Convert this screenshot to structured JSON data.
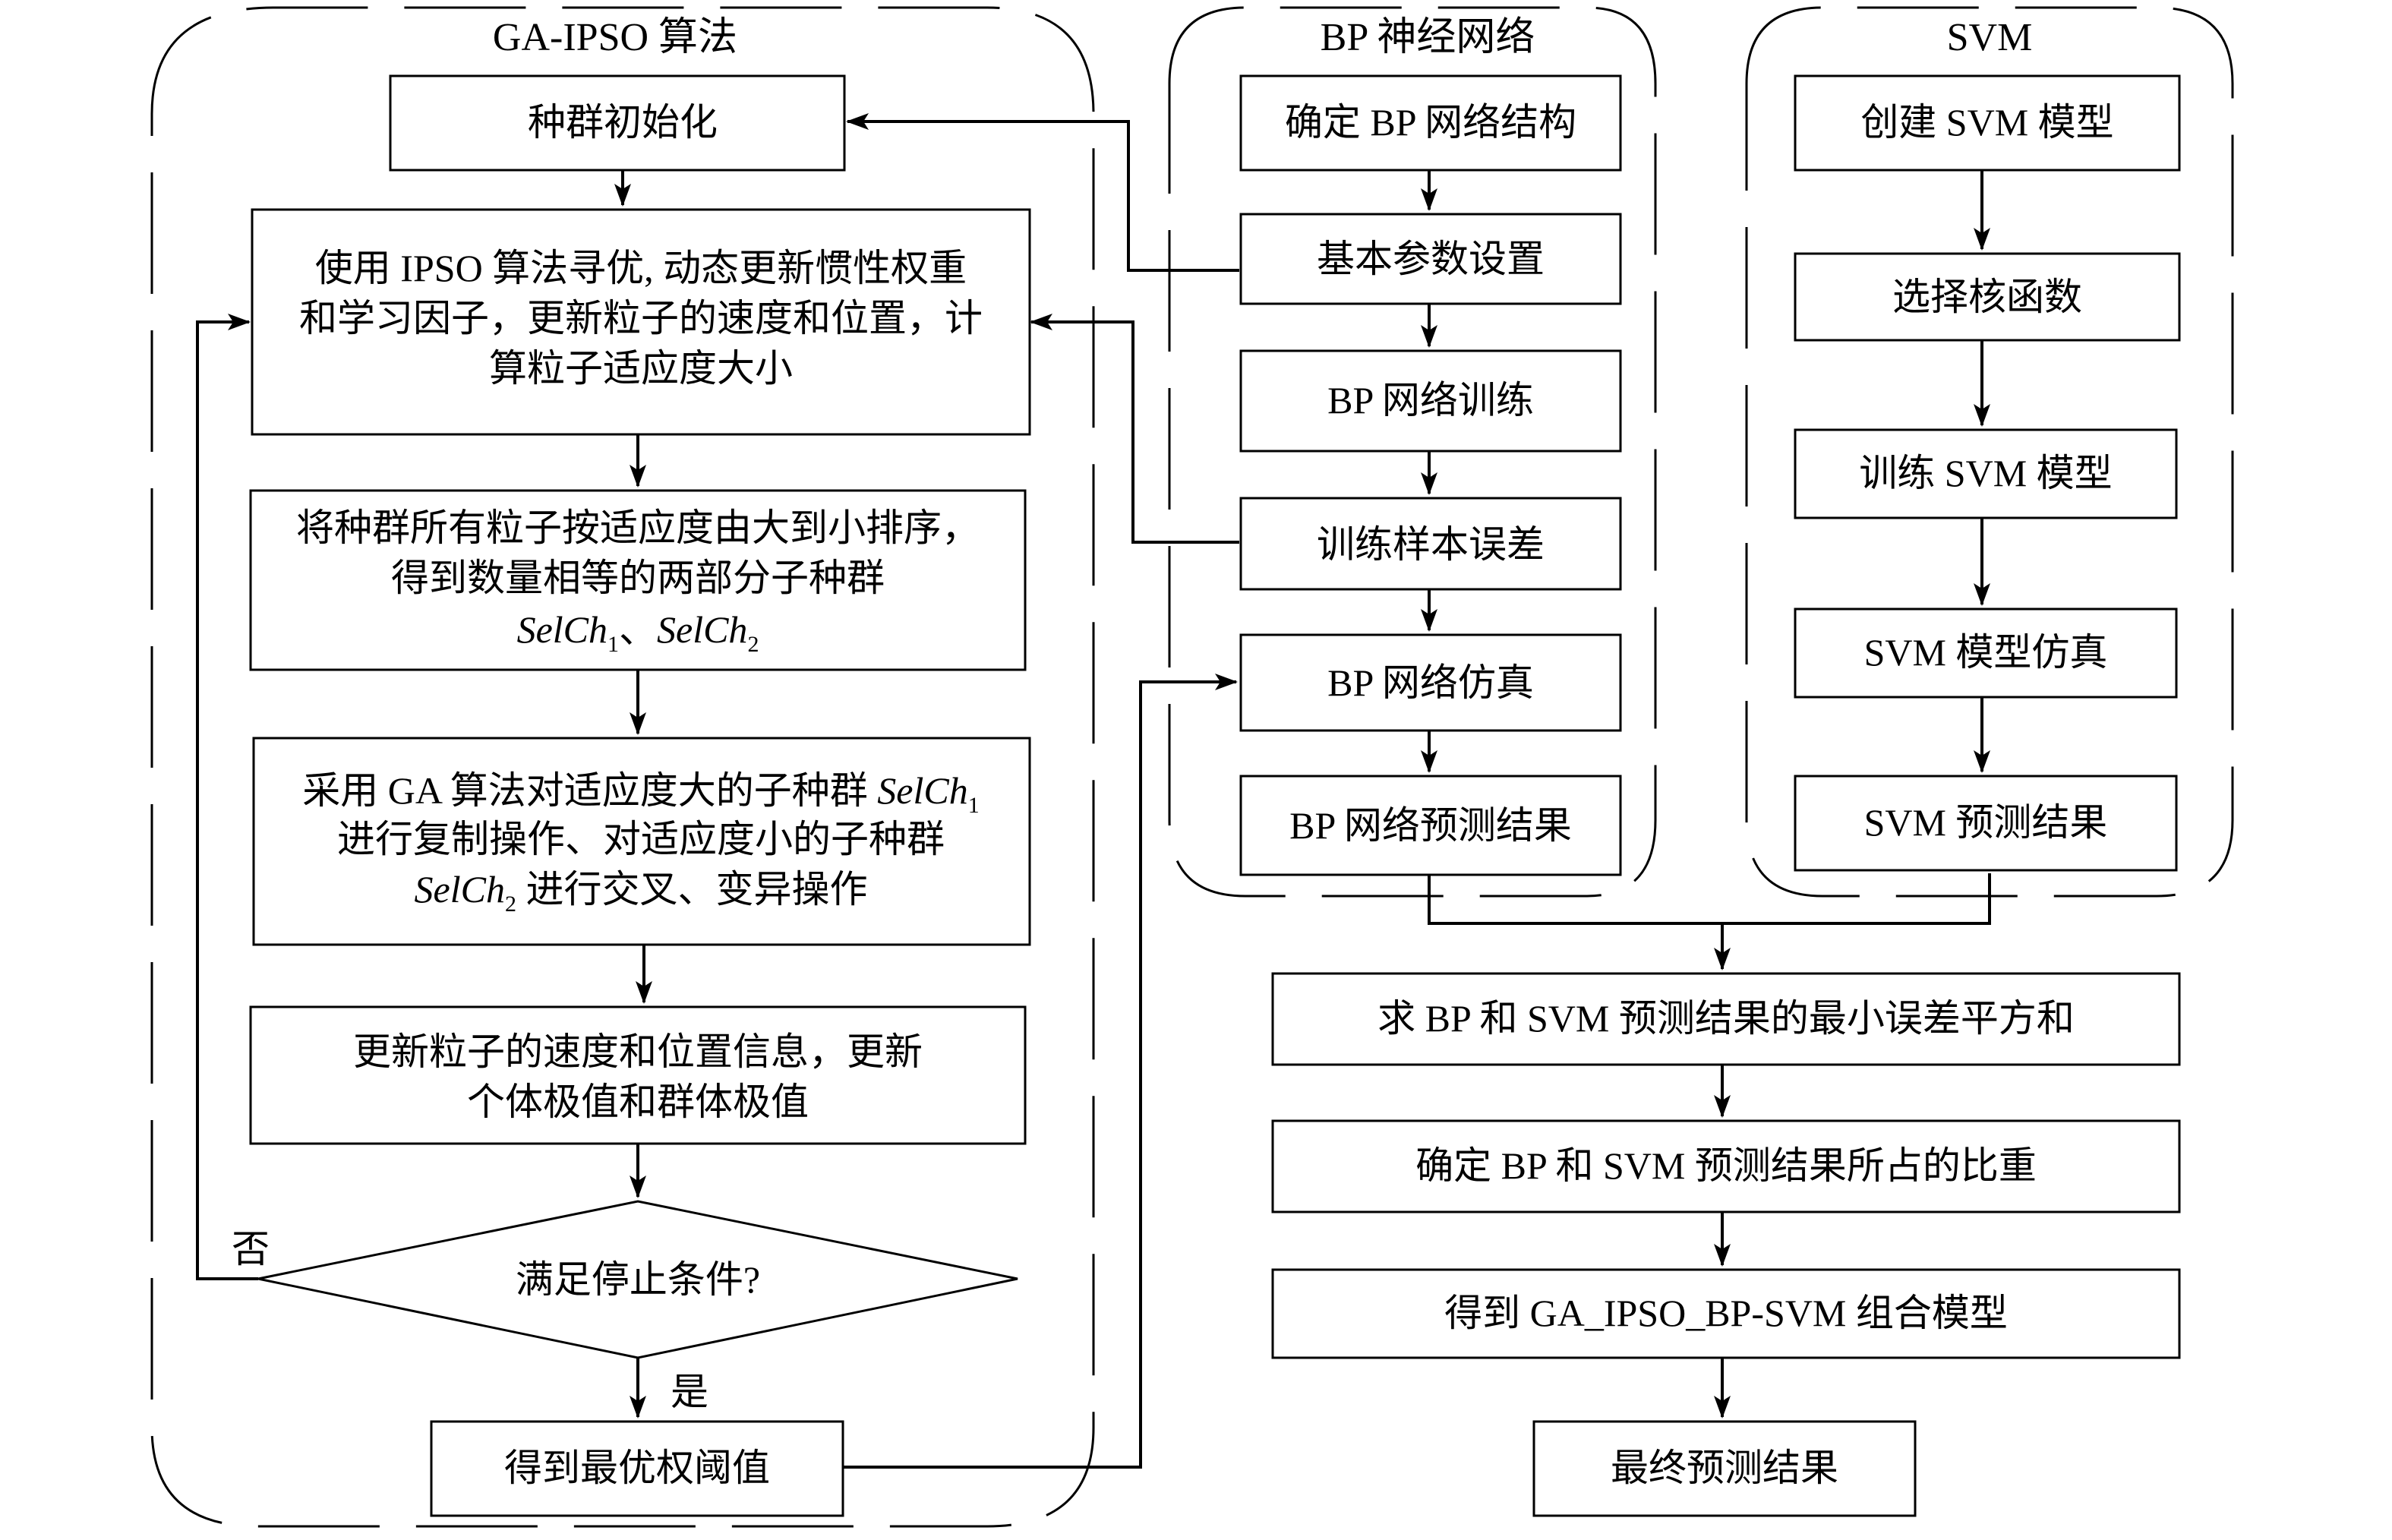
{
  "groups": {
    "ga": "GA-IPSO 算法",
    "bp": "BP 神经网络",
    "svm": "SVM"
  },
  "ga": {
    "init": "种群初始化",
    "ipso": [
      "使用 IPSO 算法寻优, 动态更新惯性权重",
      "和学习因子，更新粒子的速度和位置，计",
      "算粒子适应度大小"
    ],
    "sort": {
      "line1": "将种群所有粒子按适应度由大到小排序，",
      "line2": "得到数量相等的两部分子种群",
      "sel": "SelCh",
      "sub1": "1",
      "sub2": "2",
      "sep": "、"
    },
    "gaop": {
      "line1": "采用 GA 算法对适应度大的子种群 ",
      "line2": "进行复制操作、对适应度小的子种群",
      "line3": " 进行交叉、变异操作"
    },
    "update": [
      "更新粒子的速度和位置信息，更新",
      "个体极值和群体极值"
    ],
    "decision": "满足停止条件?",
    "no": "否",
    "yes": "是",
    "best": "得到最优权阈值"
  },
  "bp": {
    "structure": "确定 BP 网络结构",
    "params": "基本参数设置",
    "train": "BP 网络训练",
    "error": "训练样本误差",
    "simulate": "BP 网络仿真",
    "predict": "BP 网络预测结果"
  },
  "svm": {
    "create": "创建 SVM 模型",
    "kernel": "选择核函数",
    "train": "训练 SVM 模型",
    "simulate": "SVM 模型仿真",
    "predict": "SVM 预测结果"
  },
  "combine": {
    "min_error": "求 BP 和 SVM 预测结果的最小误差平方和",
    "weights": "确定 BP 和 SVM 预测结果所占的比重",
    "model": "得到 GA_IPSO_BP-SVM 组合模型",
    "final": "最终预测结果"
  }
}
